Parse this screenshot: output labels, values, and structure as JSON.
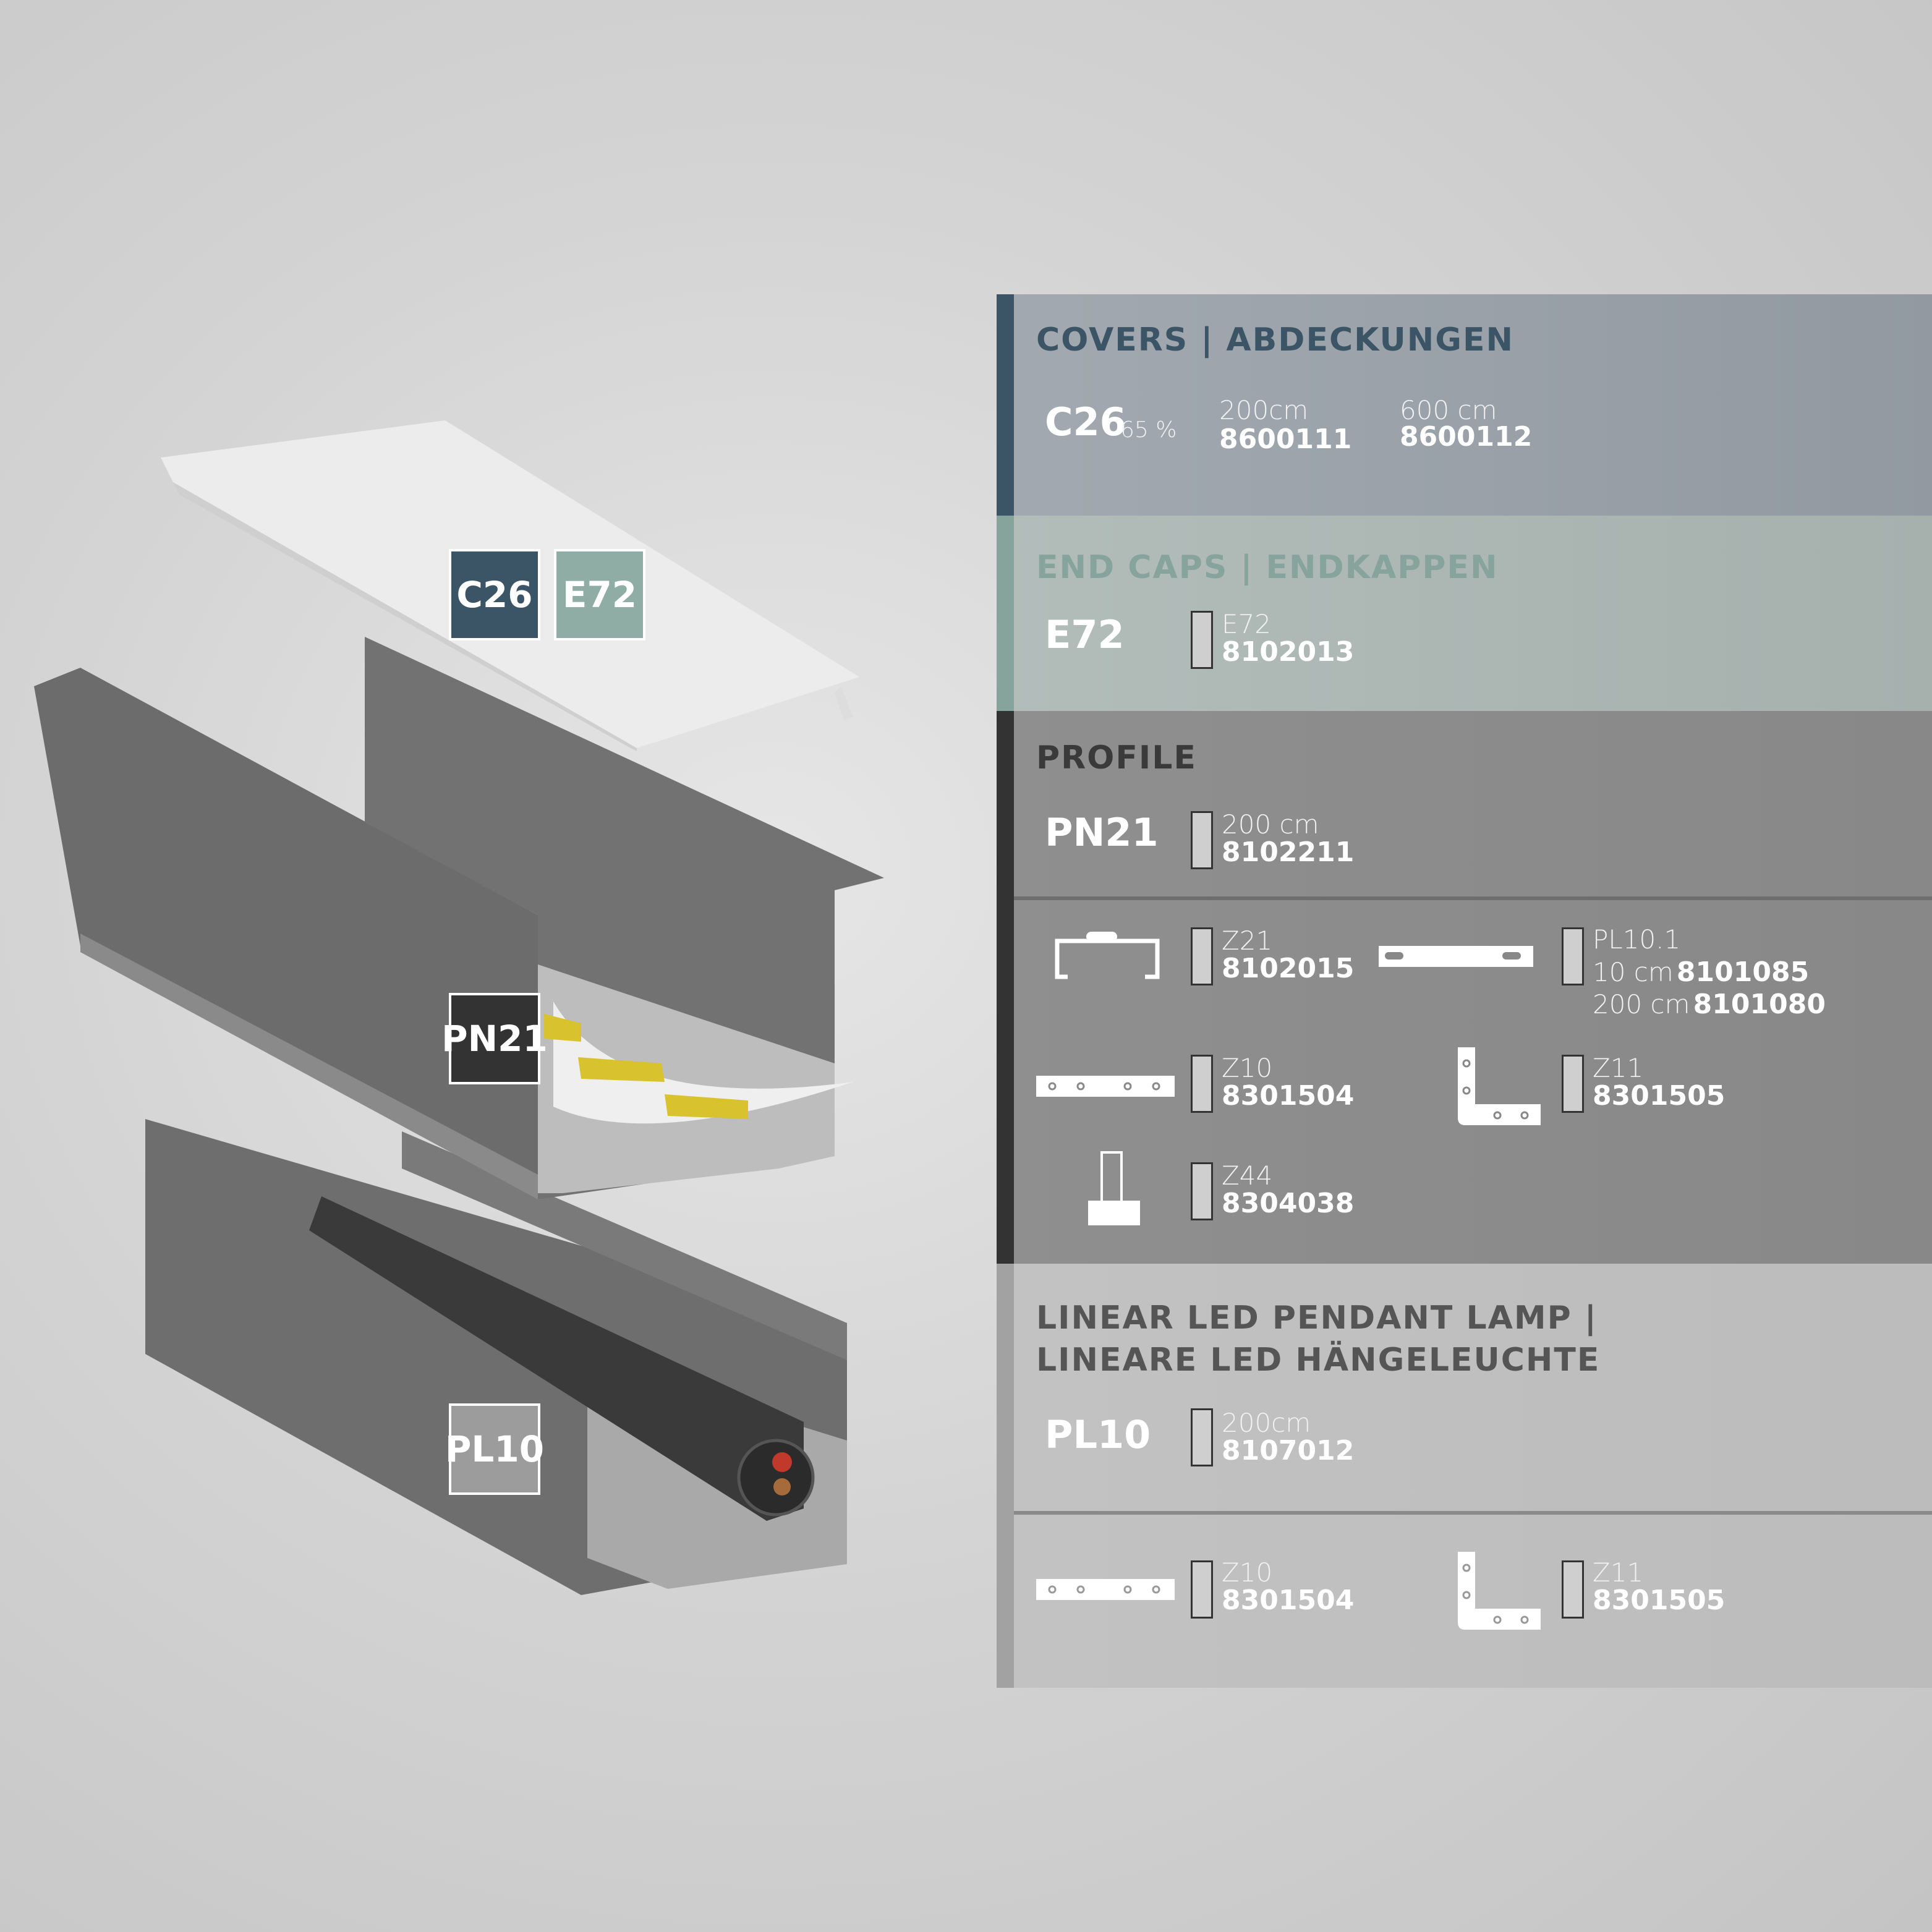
{
  "tags": {
    "c26": "C26",
    "e72": "E72",
    "pn21": "PN21",
    "pl10": "PL10"
  },
  "covers": {
    "title": "COVERS | ABDECKUNGEN",
    "code": "C26",
    "percent": "65 %",
    "items": [
      {
        "length": "200cm",
        "number": "8600111"
      },
      {
        "length": "600 cm",
        "number": "8600112"
      }
    ]
  },
  "endcaps": {
    "title": "END CAPS | ENDKAPPEN",
    "code": "E72",
    "item": {
      "name": "E72",
      "number": "8102013"
    }
  },
  "profile": {
    "title": "PROFILE",
    "code": "PN21",
    "item": {
      "length": "200 cm",
      "number": "8102211"
    },
    "accessories": {
      "z21": {
        "name": "Z21",
        "number": "8102015"
      },
      "pl101": {
        "name": "PL10.1",
        "line1_len": "10 cm",
        "line1_num": "8101085",
        "line2_len": "200 cm",
        "line2_num": "8101080"
      },
      "z10": {
        "name": "Z10",
        "number": "8301504"
      },
      "z11": {
        "name": "Z11",
        "number": "8301505"
      },
      "z44": {
        "name": "Z44",
        "number": "8304038"
      }
    }
  },
  "pendant": {
    "title_line1": "LINEAR LED PENDANT LAMP |",
    "title_line2": "LINEARE LED HÄNGELEUCHTE",
    "code": "PL10",
    "item": {
      "length": "200cm",
      "number": "8107012"
    },
    "accessories": {
      "z10": {
        "name": "Z10",
        "number": "8301504"
      },
      "z11": {
        "name": "Z11",
        "number": "8301505"
      }
    }
  },
  "colors": {
    "covers": "#3c5566",
    "endcaps": "#86a39c",
    "profile": "#333333"
  }
}
